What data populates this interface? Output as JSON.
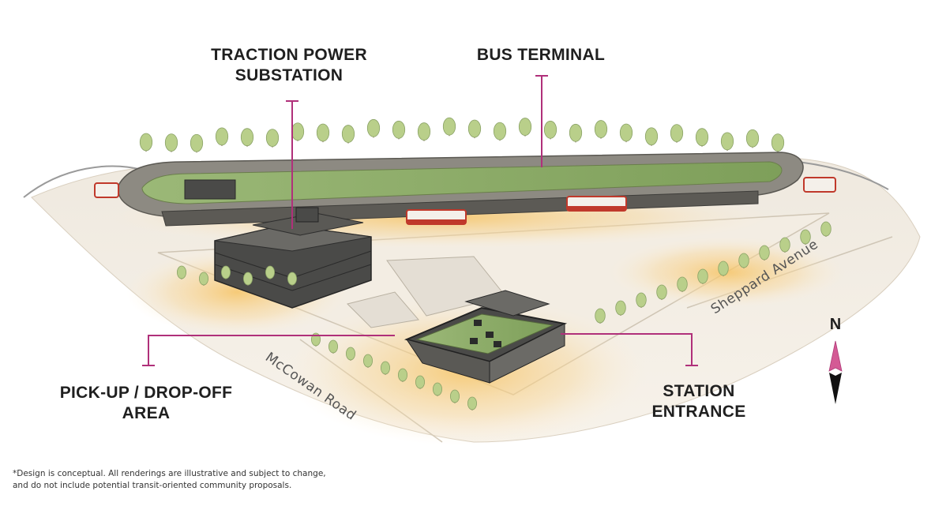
{
  "callouts": {
    "traction_line1": "TRACTION POWER",
    "traction_line2": "SUBSTATION",
    "bus_terminal": "BUS TERMINAL",
    "pickup_line1": "PICK-UP / DROP-OFF",
    "pickup_line2": "AREA",
    "entrance_line1": "STATION",
    "entrance_line2": "ENTRANCE"
  },
  "roads": {
    "sheppard": "Sheppard Avenue",
    "mccowan": "McCowan Road"
  },
  "compass": {
    "label": "N"
  },
  "disclaimer": {
    "line1": "*Design is conceptual. All renderings are illustrative and subject to change,",
    "line2": "and do not include potential transit-oriented community proposals."
  },
  "colors": {
    "callout_line": "#b0307a",
    "roof_green": "#8fae6a",
    "building_dark": "#4a4a48",
    "glow": "#f3b24a",
    "tree": "#b9cf8a",
    "bus": "#c0392b",
    "compass_top": "#d45a95",
    "compass_bottom": "#111111"
  },
  "icons": {
    "compass": "north-arrow-icon"
  }
}
